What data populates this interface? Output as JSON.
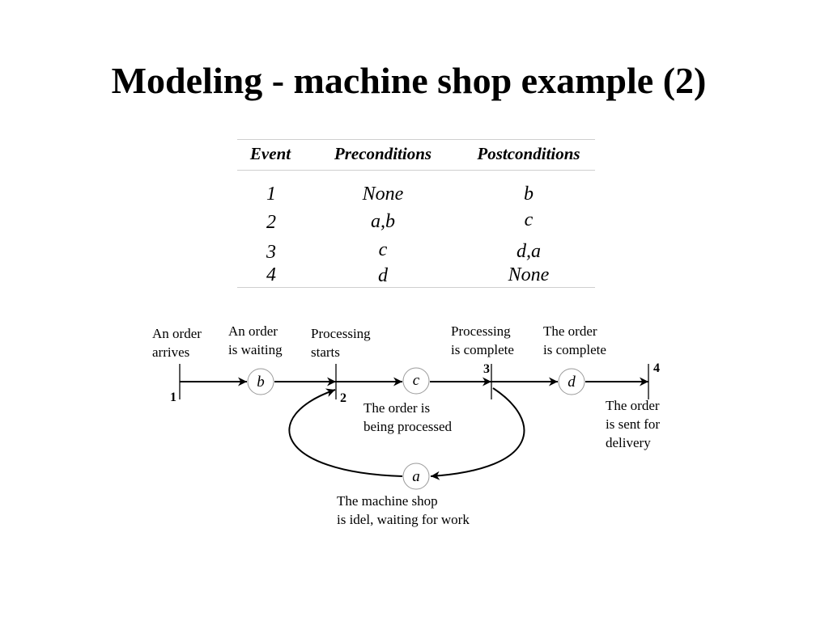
{
  "title": "Modeling - machine shop example (2)",
  "table": {
    "headers": {
      "event": "Event",
      "pre": "Preconditions",
      "post": "Postconditions"
    },
    "rows": [
      {
        "event": "1",
        "pre": "None",
        "post": "b"
      },
      {
        "event": "2",
        "pre": "a,b",
        "post": "c"
      },
      {
        "event": "3",
        "pre": "c",
        "post": "d,a"
      },
      {
        "event": "4",
        "pre": "d",
        "post": "None"
      }
    ]
  },
  "diagram": {
    "places": {
      "b": "b",
      "c": "c",
      "d": "d",
      "a": "a"
    },
    "transitions": {
      "t1": "1",
      "t2": "2",
      "t3": "3",
      "t4": "4"
    },
    "labels": {
      "order_arrives": [
        "An order",
        "arrives"
      ],
      "order_waiting": [
        "An order",
        "is waiting"
      ],
      "processing_starts": [
        "Processing",
        "starts"
      ],
      "processing_complete": [
        "Processing",
        "is complete"
      ],
      "order_complete": [
        "The order",
        "is complete"
      ],
      "being_processed": [
        "The order is",
        "being processed"
      ],
      "sent_for_delivery": [
        "The order",
        "is sent for",
        "delivery"
      ],
      "shop_idle": [
        "The machine shop",
        "is idel, waiting for work"
      ]
    }
  }
}
